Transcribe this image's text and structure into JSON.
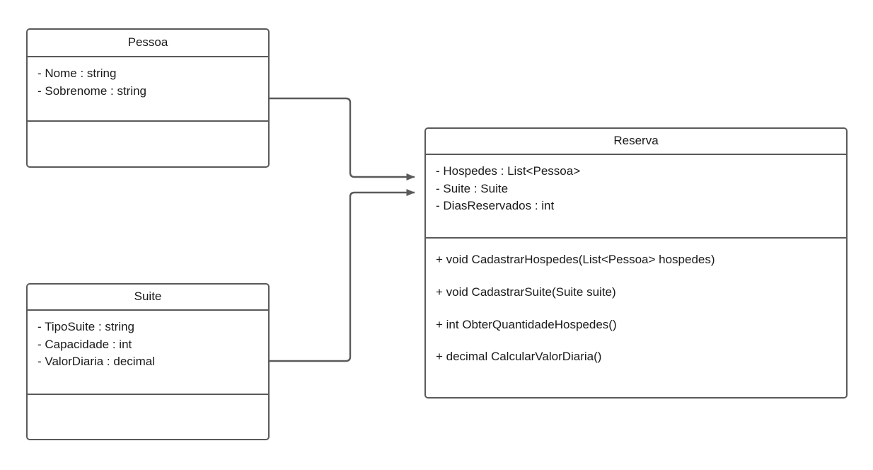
{
  "diagram": {
    "type": "uml-class-diagram",
    "background_color": "#ffffff",
    "line_color": "#5a5a5a",
    "text_color": "#1a1a1a"
  },
  "classes": [
    {
      "id": "pessoa",
      "name": "Pessoa",
      "attributes": [
        "- Nome : string",
        "- Sobrenome : string"
      ],
      "methods": []
    },
    {
      "id": "suite",
      "name": "Suite",
      "attributes": [
        "- TipoSuite : string",
        "- Capacidade : int",
        "- ValorDiaria : decimal"
      ],
      "methods": []
    },
    {
      "id": "reserva",
      "name": "Reserva",
      "attributes": [
        "- Hospedes : List<Pessoa>",
        "- Suite : Suite",
        "- DiasReservados : int"
      ],
      "methods": [
        "+ void CadastrarHospedes(List<Pessoa> hospedes)",
        "+ void CadastrarSuite(Suite suite)",
        "+ int ObterQuantidadeHospedes()",
        "+ decimal CalcularValorDiaria()"
      ]
    }
  ],
  "relationships": [
    {
      "id": "pessoa-to-reserva",
      "from": "pessoa",
      "to": "reserva",
      "style": "orthogonal",
      "arrow": "open-filled-triangle",
      "label": ""
    },
    {
      "id": "suite-to-reserva",
      "from": "suite",
      "to": "reserva",
      "style": "orthogonal",
      "arrow": "open-filled-triangle",
      "label": ""
    }
  ]
}
